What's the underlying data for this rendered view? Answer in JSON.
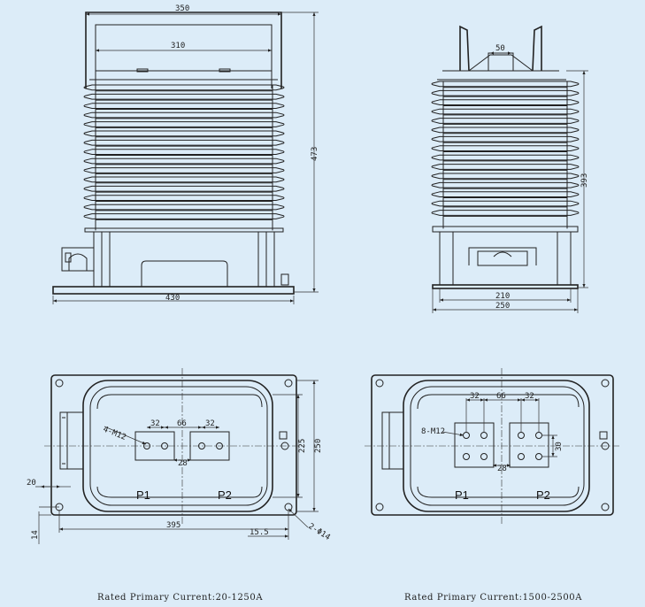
{
  "front_view": {
    "dims": {
      "top_outer": "350",
      "top_inner": "310",
      "height": "473",
      "base": "430"
    }
  },
  "side_view": {
    "dims": {
      "bracket": "50",
      "height": "393",
      "inner_base": "210",
      "outer_base": "250"
    }
  },
  "plan_left": {
    "dims": {
      "spacing_a": "32",
      "spacing_mid": "66",
      "spacing_b": "32",
      "hole_label": "4-M12",
      "offset": "28",
      "inner_h": "225",
      "outer_h": "250",
      "edge": "20",
      "corner": "14",
      "length": "395",
      "slot_w": "15.5",
      "mount_hole": "2-Φ14"
    },
    "terminals": {
      "p1": "P1",
      "p2": "P2"
    },
    "caption": "Rated Primary Current:20-1250A"
  },
  "plan_right": {
    "dims": {
      "spacing_a": "32",
      "spacing_mid": "66",
      "spacing_b": "32",
      "hole_label": "8-M12",
      "offset": "28",
      "gap": "30"
    },
    "terminals": {
      "p1": "P1",
      "p2": "P2"
    },
    "caption": "Rated Primary Current:1500-2500A"
  }
}
